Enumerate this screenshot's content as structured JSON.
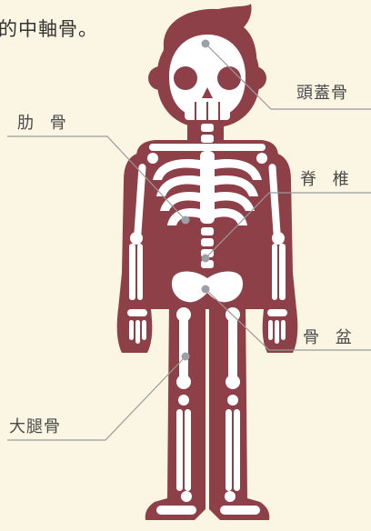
{
  "title": "的中軸骨。",
  "labels": {
    "skull": "頭蓋骨",
    "rib": "肋 骨",
    "spine": "脊 椎",
    "pelvis": "骨 盆",
    "femur": "大腿骨"
  },
  "colors": {
    "background": "#fbf6e3",
    "body": "#8e4048",
    "bone": "#ffffff",
    "leader": "#9a9a9a",
    "pointer": "#9aa0a6"
  }
}
